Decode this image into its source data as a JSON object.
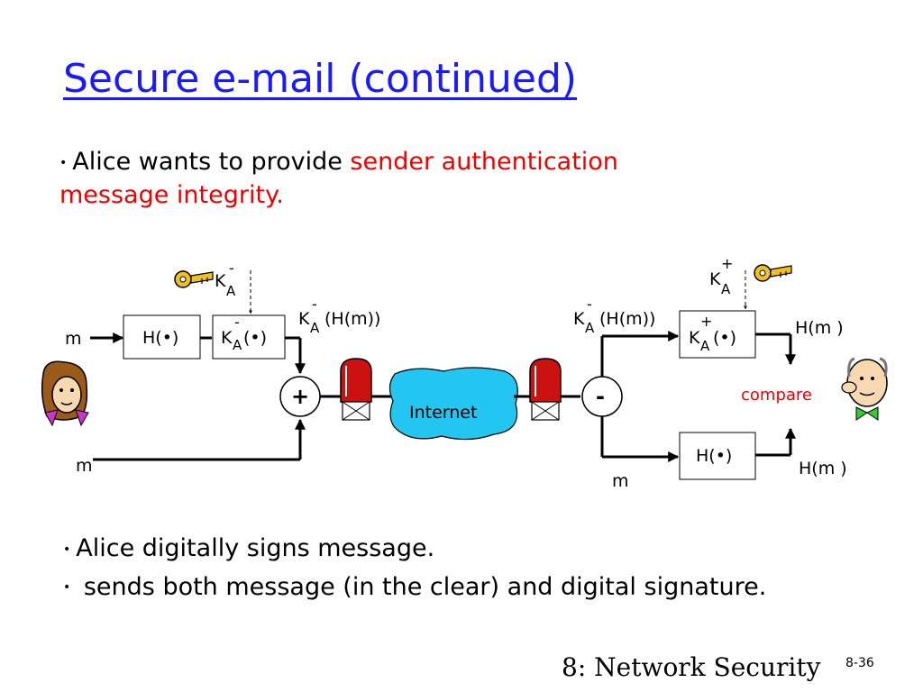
{
  "slide": {
    "title": "Secure e-mail (continued)",
    "bullet1": {
      "prefix": "Alice wants to provide ",
      "red1": "sender authentication",
      "red2": "message integrity."
    },
    "bullets2": [
      "Alice digitally signs message.",
      "sends both message (in the clear) and digital signature."
    ],
    "footer": "8: Network Security",
    "page_number": "8-36",
    "bullet_char": "•"
  },
  "diagram": {
    "m_top_left": "m",
    "m_bottom_left": "m",
    "m_bottom_right": "m",
    "hash_box_left": "H(•)",
    "hash_box_right": "H(•)",
    "key_letter": "K",
    "key_sub": "A",
    "minus": "-",
    "plus": "+",
    "sign_box_arg": "(•)",
    "signed_hash_arg": "(H(m))",
    "internet": "Internet",
    "compare": "compare",
    "hm_top": "H(m )",
    "hm_bottom": "H(m )",
    "combine_op": "+",
    "split_op": "-",
    "colors": {
      "title": "#1a1aff",
      "highlight": "#ee0000",
      "cloud": "#22c6f0",
      "key": "#f0c020",
      "mailbox": "#cc1111"
    },
    "icons": [
      "alice-icon",
      "bob-icon",
      "private-key-icon",
      "public-key-icon",
      "mailbox-icon",
      "cloud-icon"
    ]
  }
}
